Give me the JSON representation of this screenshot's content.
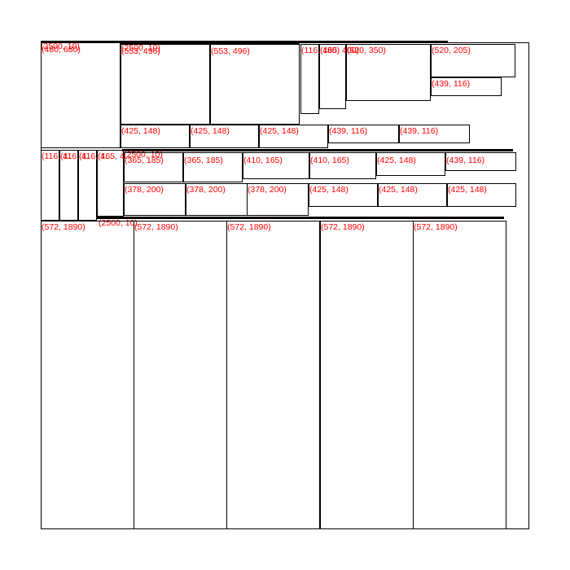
{
  "colors": {
    "label": "#ff0000",
    "stroke": "#000000"
  },
  "labels": {
    "top_left": "(2500, 10)",
    "left_big": "(480, 680)",
    "big_a_top": "(2500, 10)",
    "big_a": "(553, 496)",
    "big_b": "(553, 496)",
    "r1_c1": "(425, 148)",
    "r1_c2": "(425, 148)",
    "r1_c3": "(425, 148)",
    "tall_a": "(116, 480)",
    "tall_b": "(165, 400)",
    "mid_box": "(520, 350)",
    "rt_a": "(520, 205)",
    "rt_b": "(439, 116)",
    "r1_c4": "(439, 116)",
    "r1_c5": "(439, 116)",
    "s_a": "(116, 4...",
    "s_b": "(116, 4...",
    "s_c": "(116, 4...",
    "s_d": "(165, 4...",
    "sep2": "(2500, 10)",
    "r2_c1": "(365, 185)",
    "r2_c2": "(365, 185)",
    "r2_c3": "(410, 165)",
    "r2_c4": "(410, 165)",
    "r2_c5": "(425, 148)",
    "r2_c6": "(439, 116)",
    "r3_c1": "(378, 200)",
    "r3_c2": "(378, 200)",
    "r3_c3": "(378, 200)",
    "r3_c4": "(425, 148)",
    "r3_c5": "(425, 148)",
    "r3_c6": "(425, 148)",
    "sep3": "(2500, 10)",
    "col1": "(572, 1890)",
    "col2": "(572, 1890)",
    "col3": "(572, 1890)",
    "col4": "(572, 1890)",
    "col5": "(572, 1890)"
  }
}
